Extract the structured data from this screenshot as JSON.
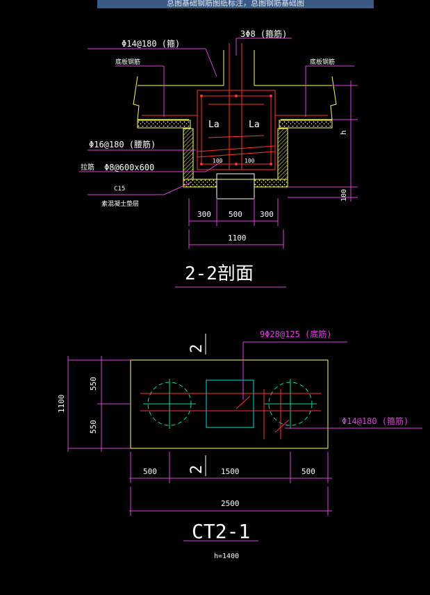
{
  "topbar": {
    "text": "总图基础钢筋图纸标注，总图钢筋基础图"
  },
  "section": {
    "title": "2-2剖面",
    "top_bar": "3Φ8 (箍筋)",
    "left_bar": "Φ14@180 (箍)",
    "bottom_plate_left": "底板钢筋",
    "bottom_plate_right": "底板钢筋",
    "layer_bar": "Φ16@180 (腰筋)",
    "tie_label": "拉筋",
    "tie_bar": "Φ8@600x600",
    "concrete_grade": "C15",
    "cushion_label": "素混凝土垫层",
    "la_left": "La",
    "la_right": "La",
    "cover_left": "100",
    "cover_right": "100",
    "dim_h": "h",
    "dim_100": "100",
    "dims": [
      "300",
      "500",
      "300"
    ],
    "dim_total": "1100"
  },
  "plan": {
    "title": "CT2-1",
    "subtitle": "h=1400",
    "cut_mark_top": "2",
    "cut_mark_bottom": "2",
    "main_bar": "9Φ28@125 (底筋)",
    "side_bar": "Φ14@180 (箍筋)",
    "dim_left_total": "1100",
    "dim_left_top": "550",
    "dim_left_bottom": "550",
    "dims": [
      "500",
      "1500",
      "500"
    ],
    "dim_total": "2500"
  },
  "colors": {
    "dimension": "#e040e0",
    "outline": "#ffff66",
    "rebar": "#ff3333",
    "pile": "#00e0a0",
    "column": "#00e0e0",
    "text": "#ffffff"
  }
}
